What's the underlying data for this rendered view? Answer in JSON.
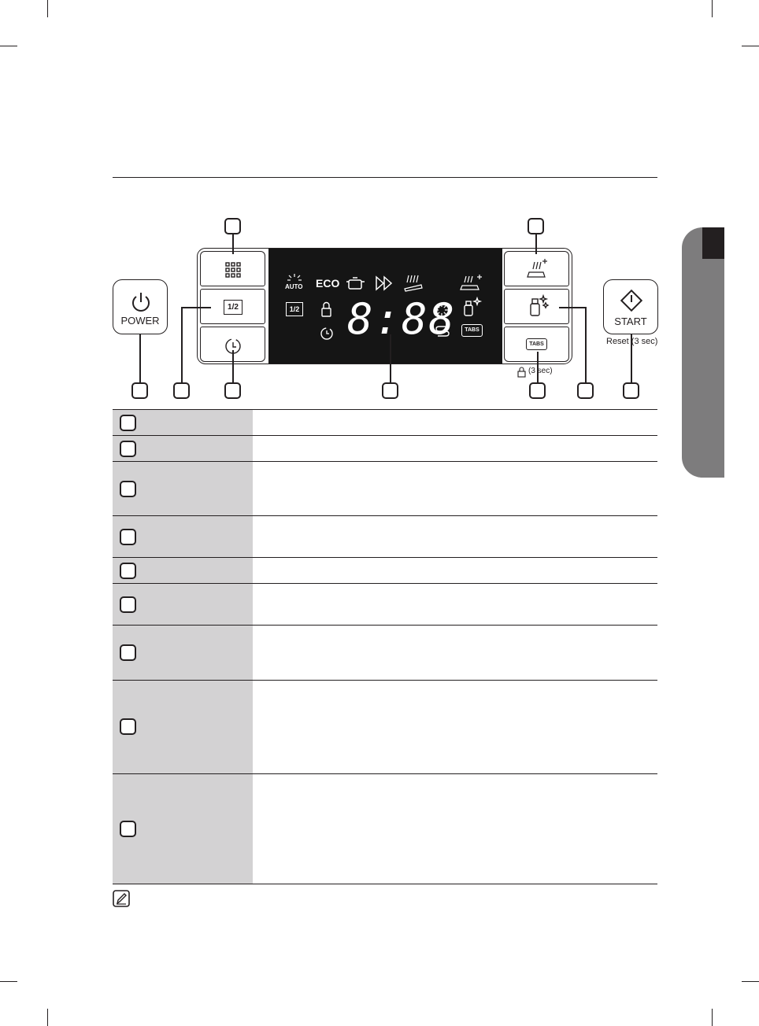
{
  "control_panel": {
    "power_label": "POWER",
    "start_label": "START",
    "start_caption": "Reset (3 sec)",
    "half_load_label": "1/2",
    "tabs_label": "TABS",
    "tabs_caption": "(3 sec)",
    "display": {
      "auto_label": "AUTO",
      "eco_label": "ECO",
      "half_indicator": "1/2",
      "tabs_indicator": "TABS",
      "time_readout": "8:88"
    }
  },
  "icons": [
    "power-icon",
    "start-icon",
    "program-grid-icon",
    "delay-timer-icon",
    "extra-rinse-icon",
    "sanitize-icon",
    "child-lock-icon",
    "pot-icon",
    "quick-wash-icon",
    "salt-icon",
    "rinse-refill-icon",
    "note-icon"
  ]
}
